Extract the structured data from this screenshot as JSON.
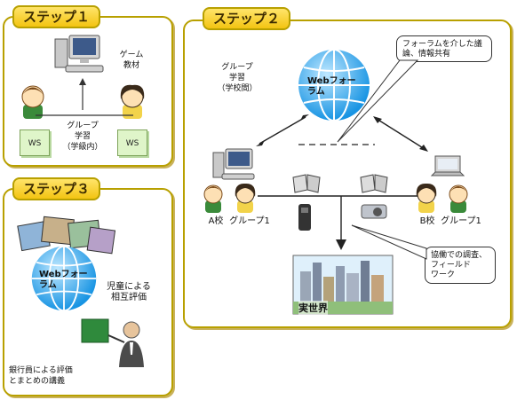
{
  "step1": {
    "title": "ステップ１",
    "game_label": "ゲーム\n教材",
    "group_label": "グループ\n学習\n（学級内）",
    "ws_left": "WS",
    "ws_right": "WS"
  },
  "step2": {
    "title": "ステップ２",
    "group_label": "グループ\n学習\n（学校間）",
    "forum_label": "Webフォーラム",
    "callout_top": "フォーラムを介した議論、情報共有",
    "a_school": "A校",
    "a_group": "グループ1",
    "b_school": "B校",
    "b_group": "グループ1",
    "callout_bottom": "協働での調査、\nフィールド\nワーク",
    "real_world": "実世界"
  },
  "step3": {
    "title": "ステップ３",
    "forum_label": "Webフォーラム",
    "peer_eval": "児童による\n相互評価",
    "banker_label": "銀行員による評価\nとまとめの講義"
  },
  "colors": {
    "panel_border": "#b8a000",
    "tab_fill": "#f3c412",
    "globe_blue": "#2aa6ee"
  }
}
